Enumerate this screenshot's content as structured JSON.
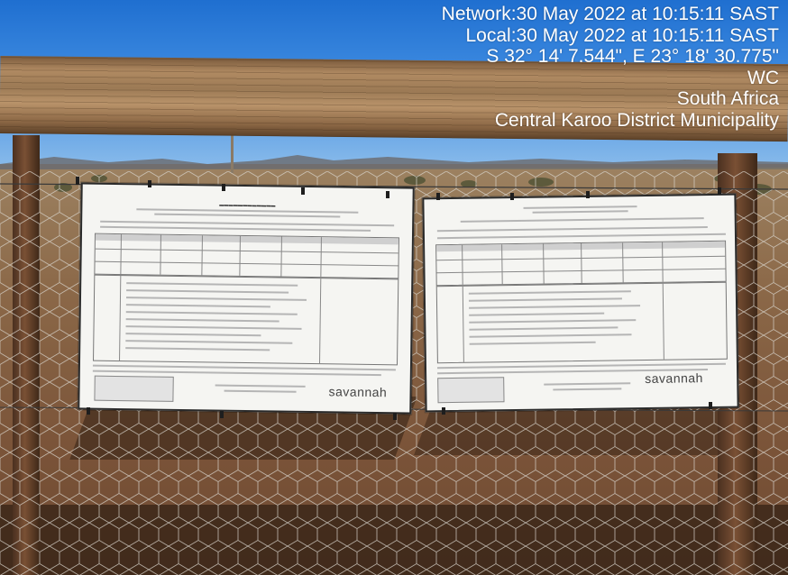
{
  "overlay": {
    "network_time": "Network:30 May 2022 at 10:15:11 SAST",
    "local_time": "Local:30 May 2022 at 10:15:11 SAST",
    "coordinates": "S 32° 14' 7.544\", E 23° 18' 30.775\"",
    "province": "WC",
    "country": "South Africa",
    "municipality": "Central Karoo District Municipality"
  },
  "posters": {
    "left_logo": "savannah",
    "right_logo": "savannah"
  },
  "colors": {
    "sky": "#3d8ae0",
    "ground": "#8b6848",
    "poster": "#f5f5f2",
    "overlay_text": "#ffffff"
  }
}
